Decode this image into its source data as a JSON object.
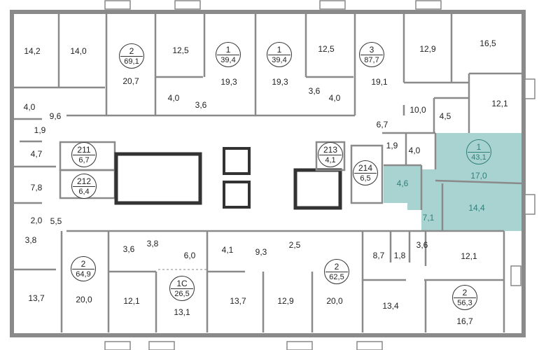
{
  "colors": {
    "wall": "#8a8a8a",
    "wall_dark": "#333333",
    "highlight": "#a9d3d1",
    "highlight_text": "#2f7f7b"
  },
  "badges": [
    {
      "rooms": "2",
      "area": "69,1"
    },
    {
      "rooms": "1",
      "area": "39,4"
    },
    {
      "rooms": "1",
      "area": "39,4"
    },
    {
      "rooms": "3",
      "area": "87,7"
    },
    {
      "rooms": "1",
      "area": "43,1"
    },
    {
      "rooms": "211",
      "area": "6,7"
    },
    {
      "rooms": "212",
      "area": "6,4"
    },
    {
      "rooms": "213",
      "area": "4,1"
    },
    {
      "rooms": "214",
      "area": "6,5"
    },
    {
      "rooms": "2",
      "area": "64,9"
    },
    {
      "rooms": "1С",
      "area": "26,5"
    },
    {
      "rooms": "2",
      "area": "62,5"
    },
    {
      "rooms": "2",
      "area": "56,3"
    }
  ],
  "rooms": [
    "14,2",
    "14,0",
    "20,7",
    "12,5",
    "4,0",
    "3,6",
    "19,3",
    "19,3",
    "12,5",
    "3,6",
    "4,0",
    "19,1",
    "12,9",
    "16,5",
    "12,1",
    "10,0",
    "4,5",
    "6,7",
    "1,9",
    "4,0",
    "17,0",
    "4,6",
    "14,4",
    "7,1",
    "4,0",
    "9,6",
    "1,9",
    "4,7",
    "7,8",
    "2,0",
    "5,5",
    "3,8",
    "3,6",
    "3,8",
    "6,0",
    "4,1",
    "9,3",
    "2,5",
    "8,7",
    "1,8",
    "3,6",
    "12,1",
    "13,7",
    "20,0",
    "12,1",
    "13,1",
    "13,7",
    "12,9",
    "20,0",
    "13,4",
    "16,7"
  ]
}
